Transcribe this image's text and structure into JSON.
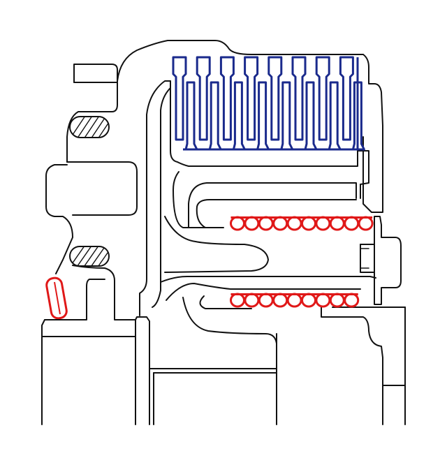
{
  "figure": {
    "kind": "mechanical cross-section drawing",
    "colors": {
      "outline": "#111111",
      "clutch_plates": "#1a2a8c",
      "springs_and_ring": "#e01818",
      "background": "#ffffff"
    },
    "clutch_plate_count": 8,
    "upper_spring_coil_count": 10,
    "lower_spring_coil_count": 9,
    "hatched_seal_count": 2
  }
}
